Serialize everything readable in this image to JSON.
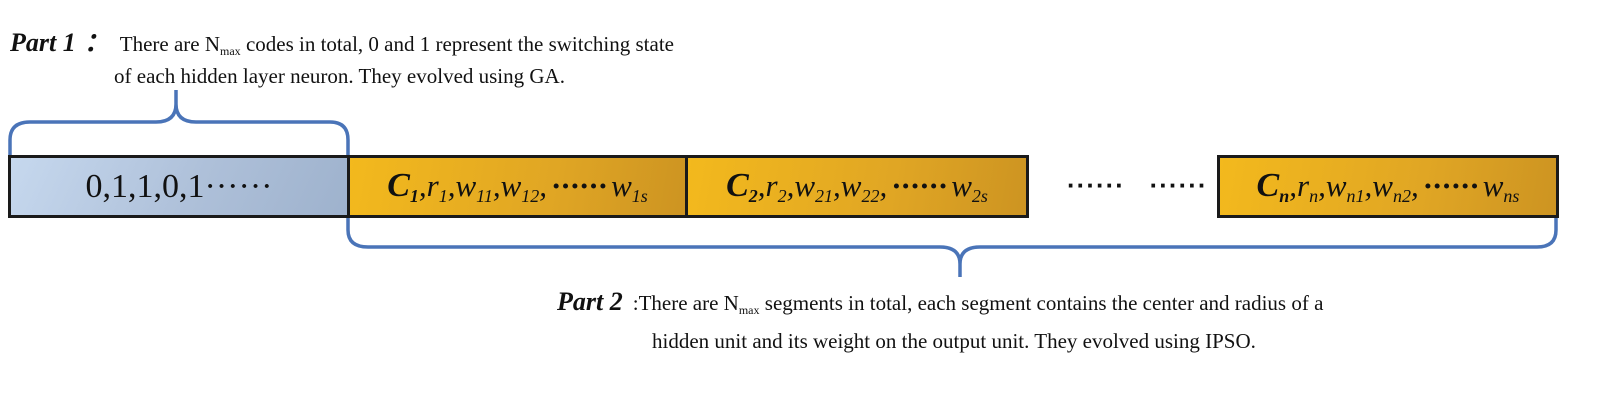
{
  "part1": {
    "label": "Part 1",
    "colon": "：",
    "line1_a": "There are N",
    "line1_sub": "max",
    "line1_b": " codes in total, 0 and 1 represent the switching state",
    "line2": "of each hidden layer neuron. They evolved using GA."
  },
  "binary_cell": "0,1,1,0,1······",
  "segments": [
    {
      "c": "C",
      "ci": "1",
      "r": "r",
      "ri": "1",
      "w1": "w",
      "w1i": "11",
      "w2": "w",
      "w2i": "12",
      "dots": "······",
      "wl": "w",
      "wli": "1s"
    },
    {
      "c": "C",
      "ci": "2",
      "r": "r",
      "ri": "2",
      "w1": "w",
      "w1i": "21",
      "w2": "w",
      "w2i": "22",
      "dots": "······",
      "wl": "w",
      "wli": "2s"
    },
    {
      "c": "C",
      "ci": "n",
      "r": "r",
      "ri": "n",
      "w1": "w",
      "w1i": "n1",
      "w2": "w",
      "w2i": "n2",
      "dots": "······",
      "wl": "w",
      "wli": "ns"
    }
  ],
  "ellipsis": "······   ······",
  "part2": {
    "label": "Part 2",
    "colon": ":",
    "line1_a": "There are N",
    "line1_sub": "max",
    "line1_b": " segments in total, each segment contains the center and radius  of a",
    "line2": "hidden unit and its weight on the output unit. They evolved using IPSO."
  },
  "colors": {
    "brace": "#4a74b8",
    "binary_cell": "#b3c6df",
    "segment_cell": "#e6aa22",
    "border": "#1a1a1a"
  }
}
